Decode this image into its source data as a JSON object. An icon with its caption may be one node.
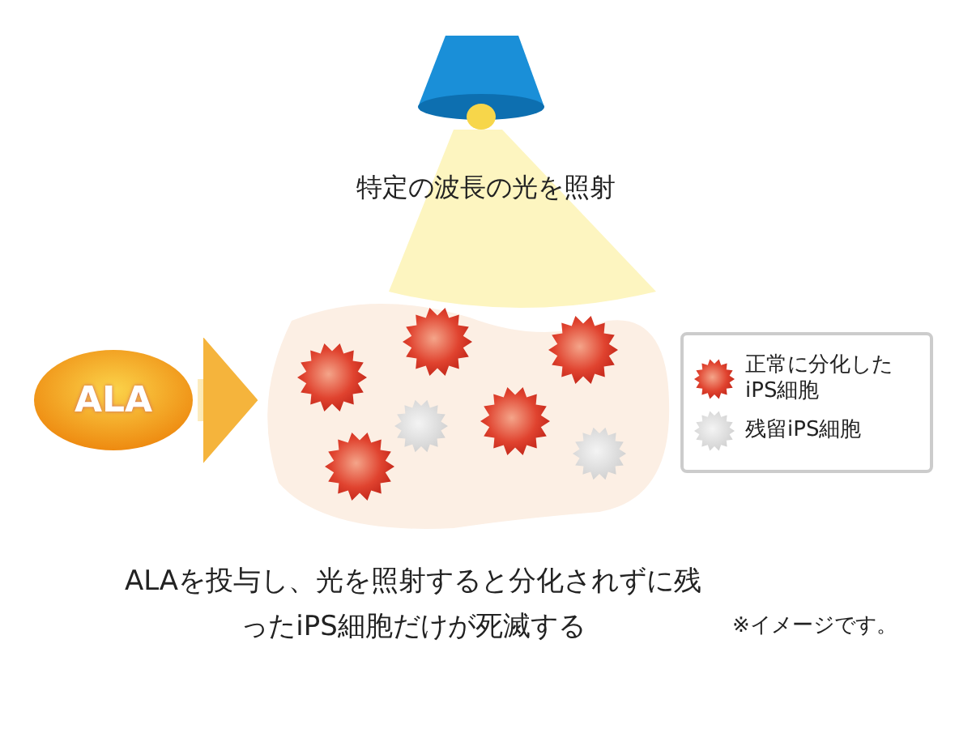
{
  "diagram": {
    "caption": "ALAを投与し、光を照射すると分化されずに残ったiPS細胞だけが死滅する",
    "nodes": [
      {
        "text": [
          "ALA"
        ]
      },
      {
        "text": [],
        "shape": "cloud"
      }
    ],
    "edges": [
      {
        "from": 0,
        "to": 1,
        "arrow": "to"
      }
    ],
    "labels": [
      "特定の波長の光を照射",
      "※イメージです。"
    ],
    "legend": [
      {
        "text": "正常に分化したiPS細胞"
      },
      {
        "text": "残留iPS細胞"
      }
    ]
  }
}
